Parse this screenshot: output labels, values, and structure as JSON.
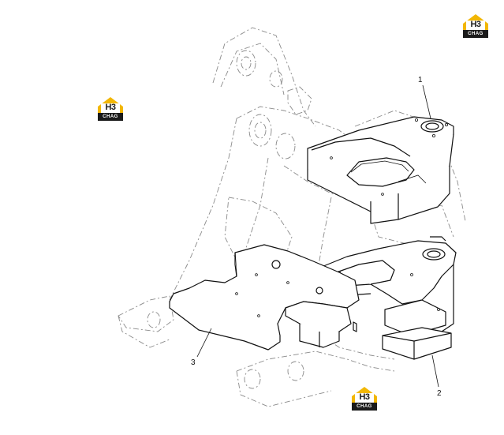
{
  "callouts": [
    {
      "id": "1",
      "label": "1"
    },
    {
      "id": "2",
      "label": "2"
    },
    {
      "id": "3",
      "label": "3"
    }
  ],
  "watermark": {
    "mark": "H3",
    "word": "CHAG"
  },
  "colors": {
    "logo_yellow": "#f2b705",
    "logo_dark": "#1a1a1a",
    "part_line": "#111111",
    "ghost_line": "#8a8a8a"
  }
}
